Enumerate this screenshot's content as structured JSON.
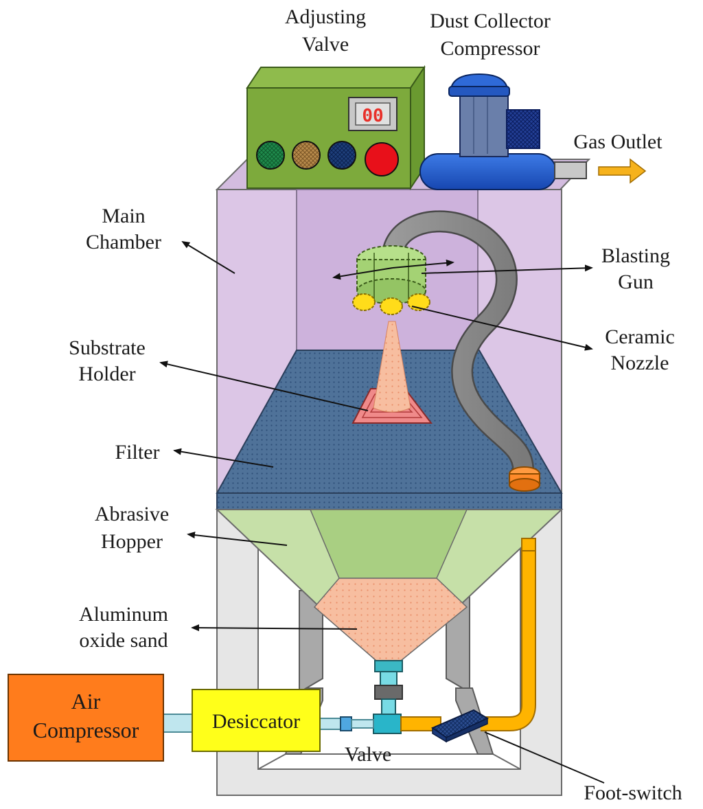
{
  "labels": {
    "adjusting_valve": [
      "Adjusting",
      "Valve"
    ],
    "dust_collector": [
      "Dust Collector",
      "Compressor"
    ],
    "gas_outlet": "Gas Outlet",
    "main_chamber": [
      "Main",
      "Chamber"
    ],
    "blasting_gun": [
      "Blasting",
      "Gun"
    ],
    "ceramic_nozzle": [
      "Ceramic",
      "Nozzle"
    ],
    "substrate_holder": [
      "Substrate",
      "Holder"
    ],
    "filter": "Filter",
    "abrasive_hopper": [
      "Abrasive",
      "Hopper"
    ],
    "aluminum_oxide": [
      "Aluminum",
      "oxide sand"
    ],
    "air_compressor": [
      "Air",
      "Compressor"
    ],
    "desiccator": "Desiccator",
    "valve": "Valve",
    "foot_switch": "Foot-switch"
  },
  "display": {
    "readout": "00"
  },
  "colors": {
    "chamber": "#d9c2e3",
    "control_box": "#7daa3c",
    "blower": "#1f57c8",
    "filter": "#4a6e96",
    "hopper": "#c9e2ad",
    "sand": "#f6b99a",
    "air_compressor": "#ff7c1c",
    "desiccator": "#ffff1a",
    "pipe": "#ffb400",
    "arrow_out": "#f6b21c"
  },
  "icons": [
    "knob-green-icon",
    "knob-brown-icon",
    "knob-navy-icon",
    "knob-red-icon",
    "gas-outlet-arrow-icon"
  ]
}
